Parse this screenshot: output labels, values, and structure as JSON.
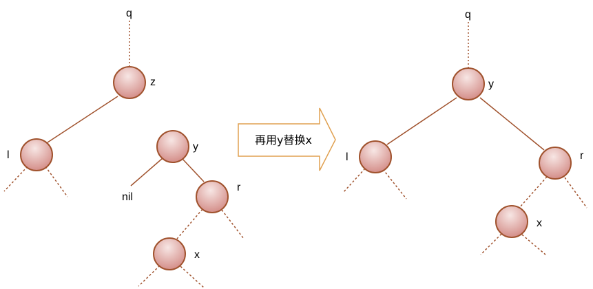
{
  "colors": {
    "edge": "#a0522d",
    "node_stroke": "#a0522d",
    "node_fill_light": "#f5dcda",
    "node_fill_dark": "#d99590",
    "arrow_stroke": "#e0a050"
  },
  "left_tree": {
    "parent_label": "q",
    "z": "z",
    "l": "l",
    "y": "y",
    "nil": "nil",
    "r": "r",
    "x": "x"
  },
  "arrow": {
    "caption": "再用y替换x"
  },
  "right_tree": {
    "parent_label": "q",
    "y": "y",
    "l": "l",
    "r": "r",
    "x": "x"
  }
}
